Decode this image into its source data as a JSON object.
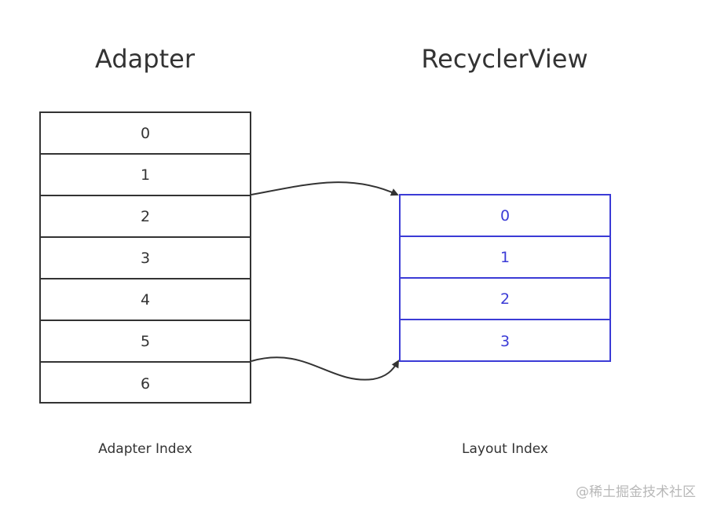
{
  "titles": {
    "left": "Adapter",
    "right": "RecyclerView"
  },
  "adapter": {
    "cells": [
      "0",
      "1",
      "2",
      "3",
      "4",
      "5",
      "6"
    ]
  },
  "layout": {
    "cells": [
      "0",
      "1",
      "2",
      "3"
    ]
  },
  "captions": {
    "left": "Adapter Index",
    "right": "Layout Index"
  },
  "watermark": "@稀土掘金技术社区",
  "colors": {
    "adapter_border": "#333333",
    "layout_border": "#3b3bd6",
    "arrow": "#333333",
    "watermark": "#b8b8b8"
  },
  "connections": [
    {
      "from_adapter_index": 2,
      "to_layout_index": 0
    },
    {
      "from_adapter_index": 6,
      "to_layout_index": 3
    }
  ]
}
